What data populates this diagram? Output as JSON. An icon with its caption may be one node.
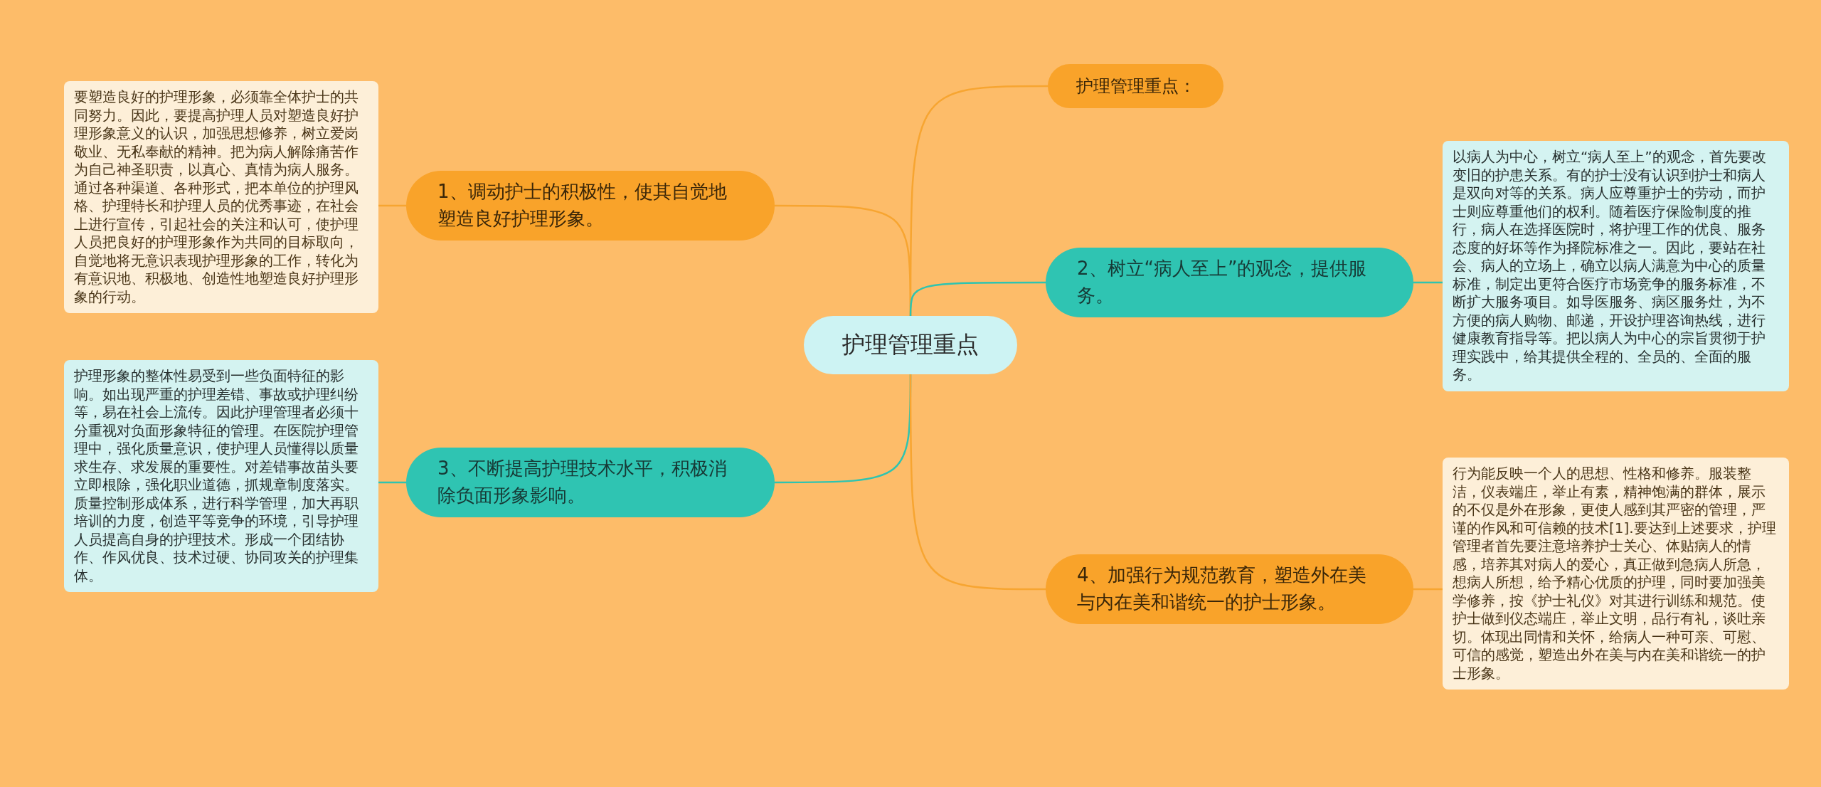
{
  "diagram": {
    "nodes": [
      {
        "text": [
          "护理管理重点"
        ]
      },
      {
        "text": [
          "护理管理重点："
        ]
      },
      {
        "text": [
          "1、调动护士的积极性，使其自觉地塑造良好护理形象。"
        ]
      },
      {
        "text": [
          "要塑造良好的护理形象，必须靠全体护士的共同努力。因此，要提高护理人员对塑造良好护理形象意义的认识，加强思想修养，树立爱岗敬业、无私奉献的精神。把为病人解除痛苦作为自己神圣职责，以真心、真情为病人服务。通过各种渠道、各种形式，把本单位的护理风格、护理特长和护理人员的优秀事迹，在社会上进行宣传，引起社会的关注和认可，使护理人员把良好的护理形象作为共同的目标取向，自觉地将无意识表现护理形象的工作，转化为有意识地、积极地、创造性地塑造良好护理形象的行动。"
        ]
      },
      {
        "text": [
          "2、树立“病人至上”的观念，提供服务。"
        ]
      },
      {
        "text": [
          "以病人为中心，树立“病人至上”的观念，首先要改变旧的护患关系。有的护士没有认识到护士和病人是双向对等的关系。病人应尊重护士的劳动，而护士则应尊重他们的权利。随着医疗保险制度的推行，病人在选择医院时，将护理工作的优良、服务态度的好坏等作为择院标准之一。因此，要站在社会、病人的立场上，确立以病人满意为中心的质量标准，制定出更符合医疗市场竞争的服务标准，不断扩大服务项目。如导医服务、病区服务灶，为不方便的病人购物、邮递，开设护理咨询热线，进行健康教育指导等。把以病人为中心的宗旨贯彻于护理实践中，给其提供全程的、全员的、全面的服务。"
        ]
      },
      {
        "text": [
          "3、不断提高护理技术水平，积极消除负面形象影响。"
        ]
      },
      {
        "text": [
          "护理形象的整体性易受到一些负面特征的影响。如出现严重的护理差错、事故或护理纠纷等，易在社会上流传。因此护理管理者必须十分重视对负面形象特征的管理。在医院护理管理中，强化质量意识，使护理人员懂得以质量求生存、求发展的重要性。对差错事故苗头要立即根除，强化职业道德，抓规章制度落实。质量控制形成体系，进行科学管理，加大再职培训的力度，创造平等竞争的环境，引导护理人员提高自身的护理技术。形成一个团结协作、作风优良、技术过硬、协同攻关的护理集体。"
        ]
      },
      {
        "text": [
          "4、加强行为规范教育，塑造外在美与内在美和谐统一的护士形象。"
        ]
      },
      {
        "text": [
          "行为能反映一个人的思想、性格和修养。服装整洁，仪表端庄，举止有素，精神饱满的群体，展示的不仅是外在形象，更使人感到其严密的管理，严谨的作风和可信赖的技术[1].要达到上述要求，护理管理者首先要注意培养护士关心、体贴病人的情感，培养其对病人的爱心，真正做到急病人所急，想病人所想，给予精心优质的护理，同时要加强美学修养，按《护士礼仪》对其进行训练和规范。使护士做到仪态端庄，举止文明，品行有礼，谈吐亲切。体现出同情和关怀，给病人一种可亲、可慰、可信的感觉，塑造出外在美与内在美和谐统一的护士形象。"
        ]
      }
    ],
    "edges": [
      {
        "from": 0,
        "to": 1,
        "arrow": "none"
      },
      {
        "from": 0,
        "to": 2,
        "arrow": "none"
      },
      {
        "from": 0,
        "to": 4,
        "arrow": "none",
        "color": "#2ec4b0"
      },
      {
        "from": 0,
        "to": 6,
        "arrow": "none",
        "color": "#2ec4b0"
      },
      {
        "from": 0,
        "to": 8,
        "arrow": "none"
      },
      {
        "from": 2,
        "to": 3,
        "arrow": "none"
      },
      {
        "from": 4,
        "to": 5,
        "arrow": "none",
        "color": "#2ec4b0"
      },
      {
        "from": 6,
        "to": 7,
        "arrow": "none",
        "color": "#2ec4b0"
      },
      {
        "from": 8,
        "to": 9,
        "arrow": "none"
      }
    ]
  }
}
